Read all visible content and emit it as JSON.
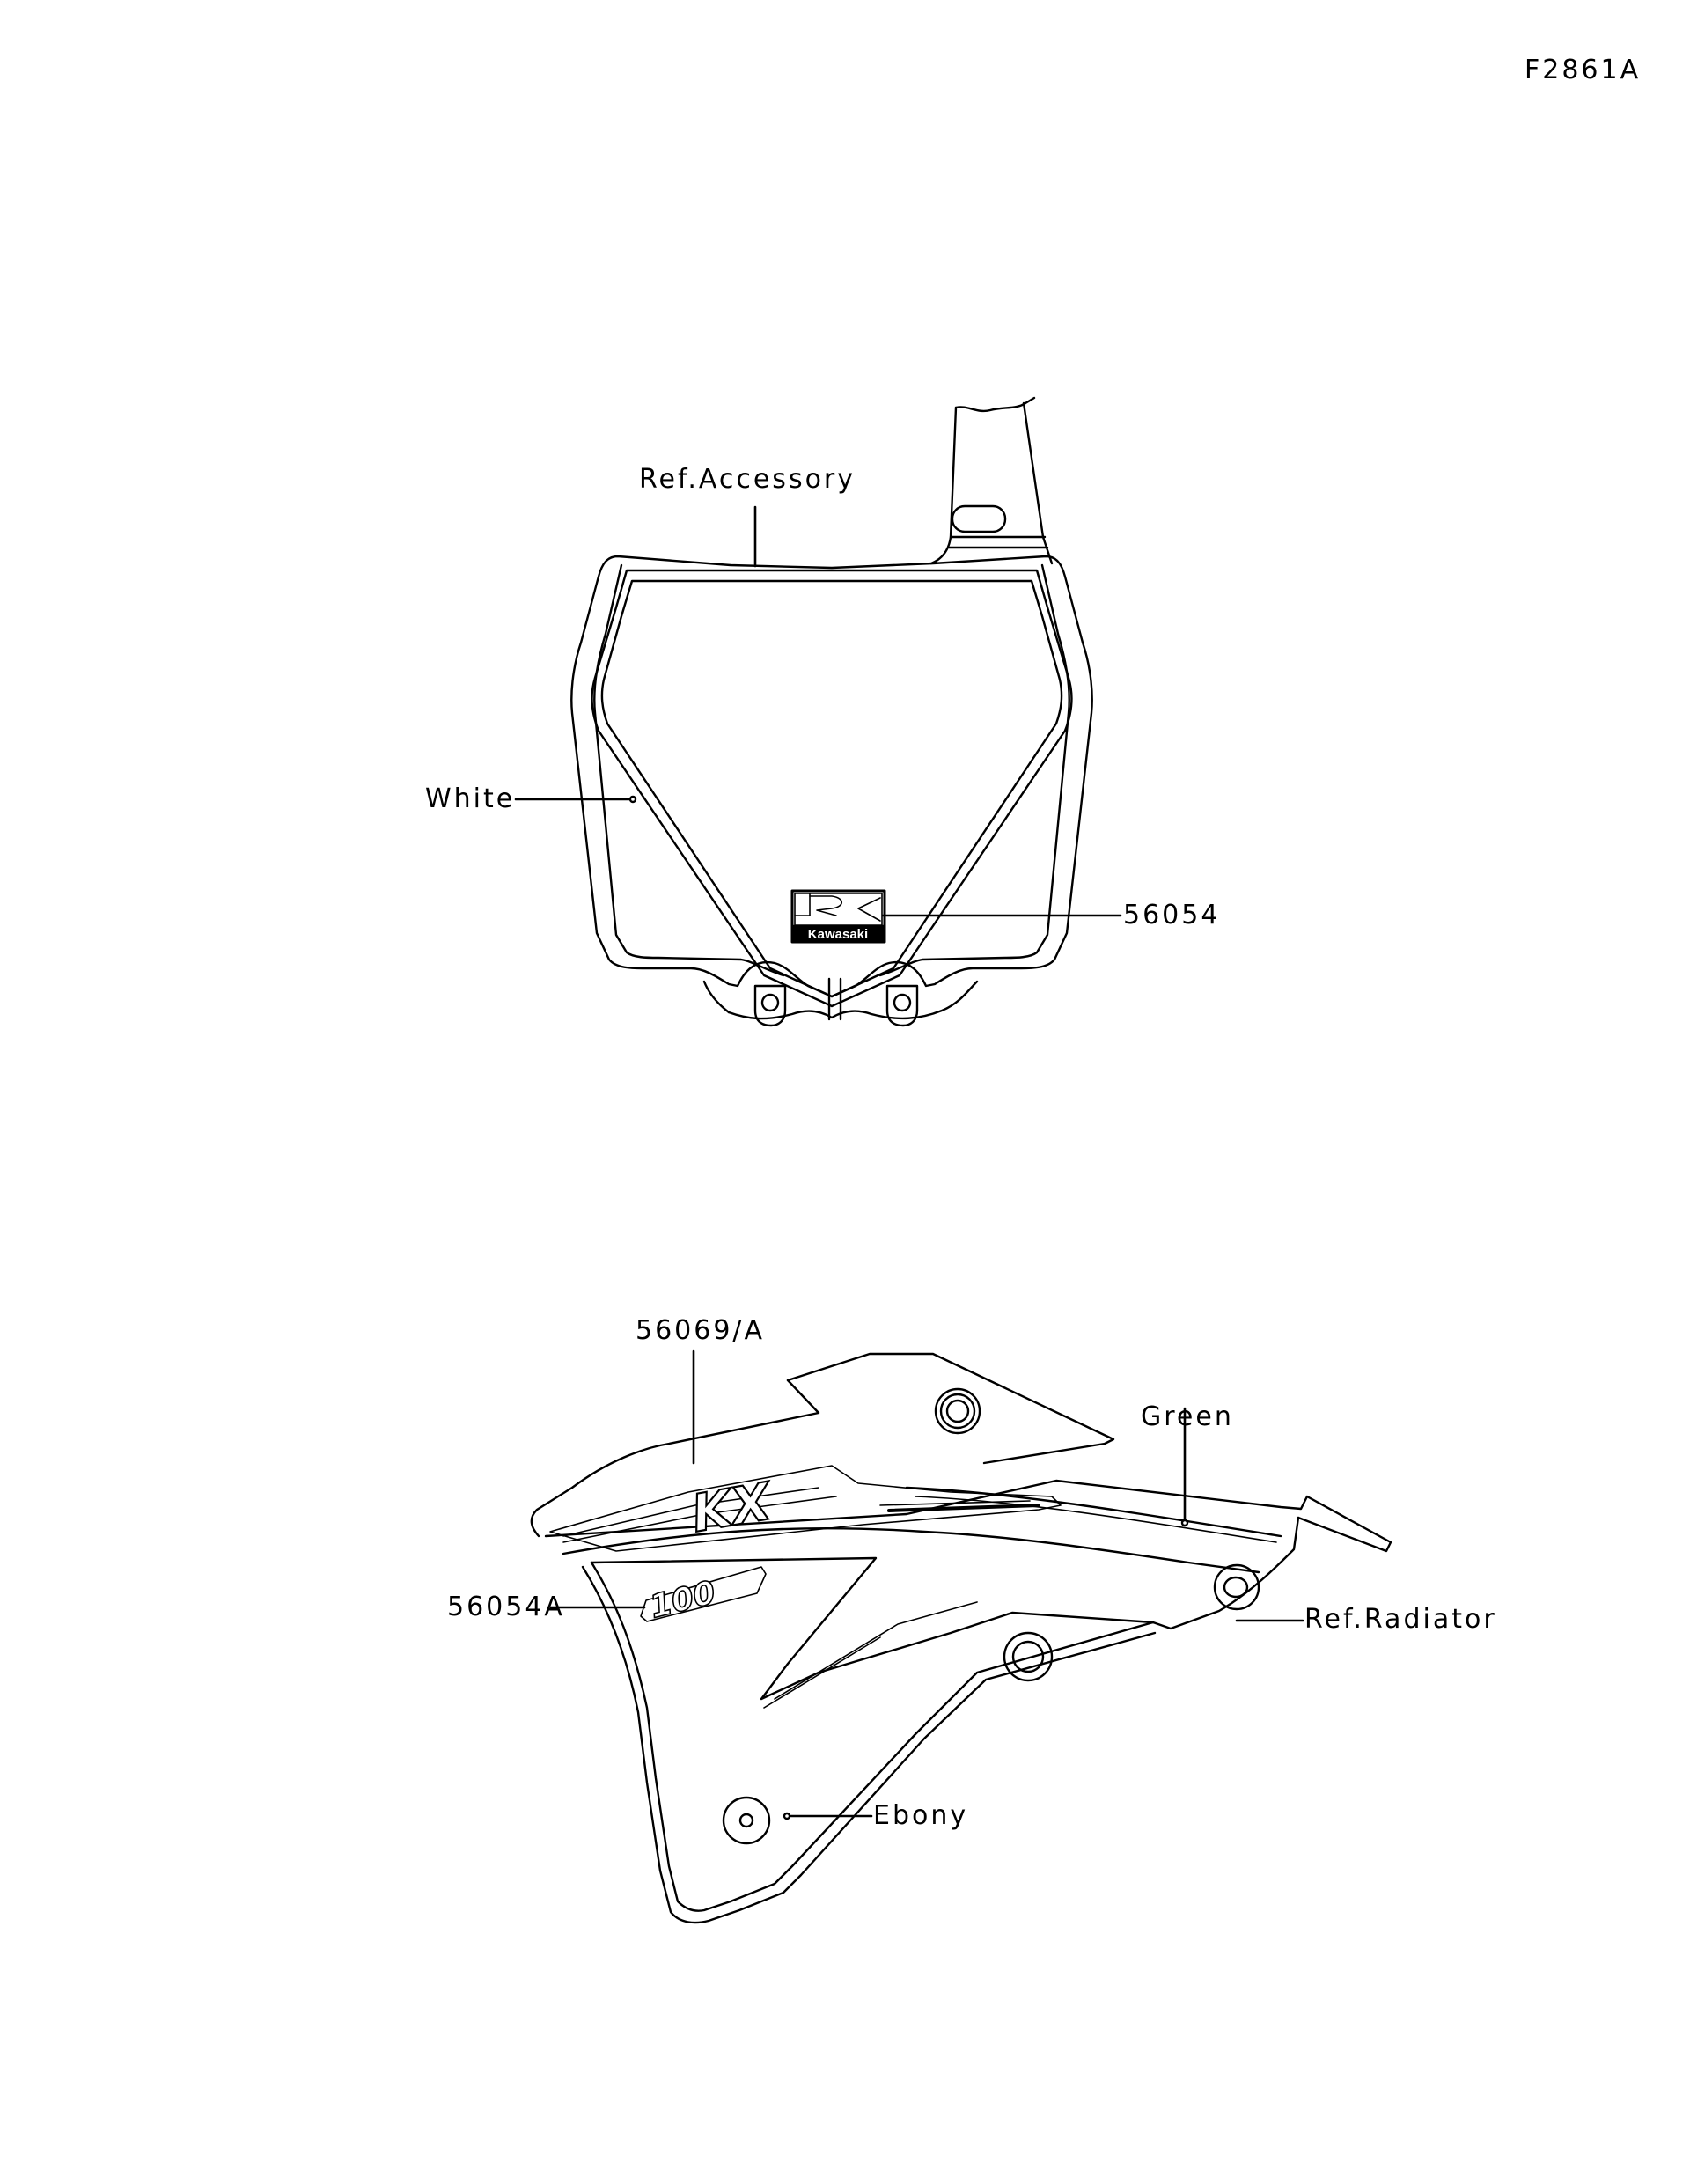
{
  "figure": {
    "id": "F2861A"
  },
  "number_plate_diagram": {
    "callouts": [
      {
        "key": "ref_accessory",
        "label": "Ref.Accessory"
      },
      {
        "key": "white",
        "label": "White"
      },
      {
        "key": "kawasaki_decal",
        "label": "56054"
      }
    ],
    "logo_text": "Kawasaki"
  },
  "shroud_diagram": {
    "callouts": [
      {
        "key": "kx_decal",
        "label": "56069/A"
      },
      {
        "key": "green",
        "label": "Green"
      },
      {
        "key": "model_decal",
        "label": "56054A"
      },
      {
        "key": "ref_radiator",
        "label": "Ref.Radiator"
      },
      {
        "key": "ebony",
        "label": "Ebony"
      }
    ],
    "logo_text": "KX",
    "model_text": "100"
  }
}
